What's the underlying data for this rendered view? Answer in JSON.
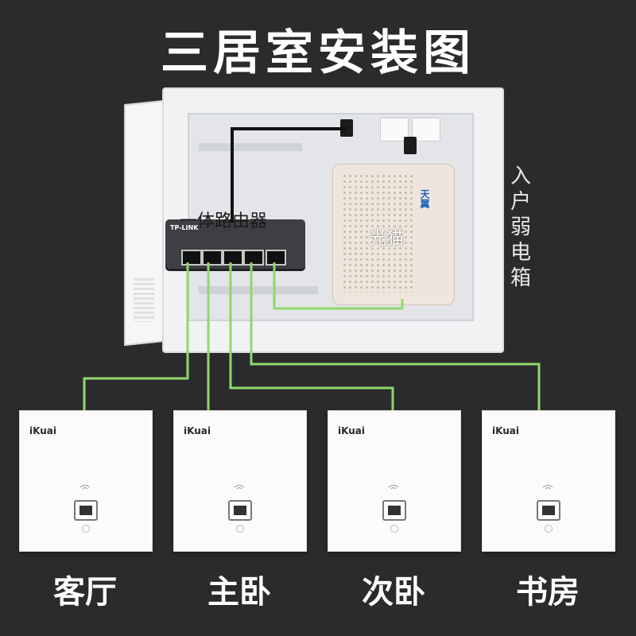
{
  "title": "三居室安装图",
  "router": {
    "label": "一体路由器",
    "brand": "TP-LINK"
  },
  "modem": {
    "label": "光猫",
    "brand": "天翼"
  },
  "box_label": "入\n户\n弱\n电\n箱",
  "cable_color": "#8fd86a",
  "panels": [
    {
      "brand": "iKuai",
      "room": "客厅"
    },
    {
      "brand": "iKuai",
      "room": "主卧"
    },
    {
      "brand": "iKuai",
      "room": "次卧"
    },
    {
      "brand": "iKuai",
      "room": "书房"
    }
  ]
}
